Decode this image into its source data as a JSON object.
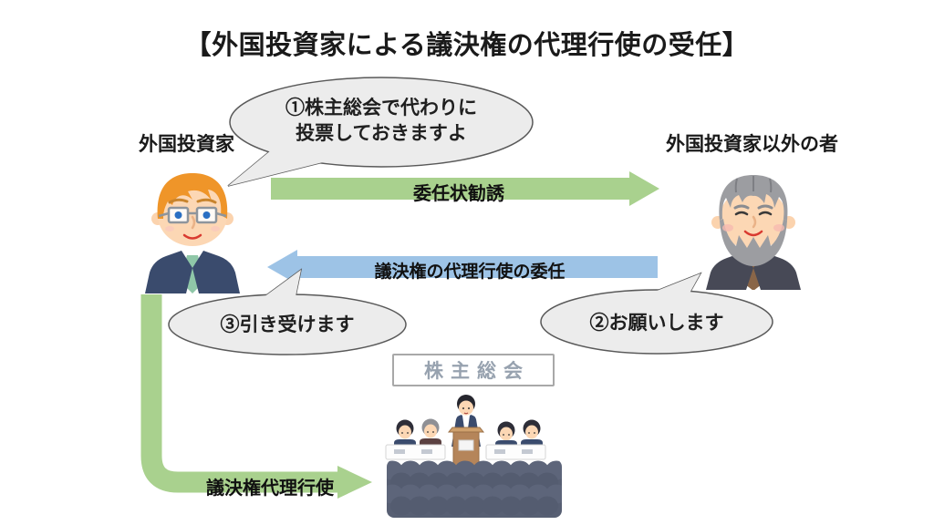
{
  "title": "【外国投資家による議決権の代理行使の受任】",
  "actors": {
    "left": {
      "label": "外国投資家"
    },
    "right": {
      "label": "外国投資家以外の者"
    }
  },
  "bubbles": {
    "step1": {
      "line1": "①株主総会で代わりに",
      "line2": "投票しておきますよ"
    },
    "step2": {
      "text": "②お願いします"
    },
    "step3": {
      "text": "③引き受けます"
    }
  },
  "arrows": {
    "solicitation": {
      "label": "委任状勧誘",
      "color": "#a9d18e"
    },
    "delegation": {
      "label": "議決権の代理行使の委任",
      "color": "#9dc3e6"
    },
    "exercise": {
      "label": "議決権代理行使",
      "color": "#a9d18e"
    }
  },
  "meeting": {
    "sign": "株主総会"
  },
  "colors": {
    "bubble_fill": "#ececec",
    "bubble_stroke": "#595959",
    "sign_text": "#97a2af",
    "sign_border": "#a8a8a8"
  }
}
